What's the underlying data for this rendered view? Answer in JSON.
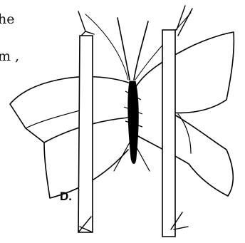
{
  "text_fragments": {
    "line1": "he",
    "line2": "m ,"
  },
  "option_label": "D.",
  "colors": {
    "ink": "#000000",
    "background": "#ffffff"
  }
}
